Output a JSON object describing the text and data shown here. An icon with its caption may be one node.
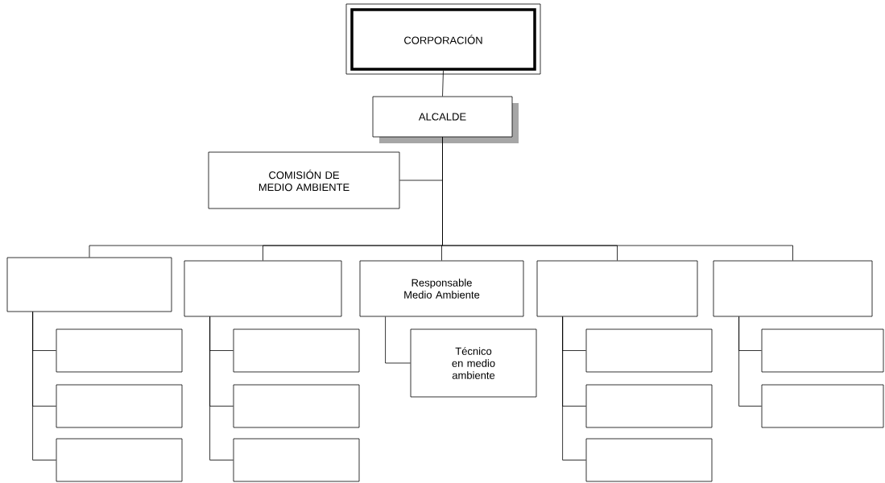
{
  "diagram": {
    "nodes": [
      {
        "text": [
          "CORPORACIÓN"
        ]
      },
      {
        "text": [
          "ALCALDE"
        ]
      },
      {
        "text": [
          "COMISIÓN DE MEDIO AMBIENTE"
        ]
      },
      {
        "text": [],
        "shape": "box"
      },
      {
        "text": [],
        "shape": "box"
      },
      {
        "text": [
          "Responsable Medio Ambiente"
        ]
      },
      {
        "text": [],
        "shape": "box"
      },
      {
        "text": [],
        "shape": "box"
      },
      {
        "text": [],
        "shape": "box"
      },
      {
        "text": [],
        "shape": "box"
      },
      {
        "text": [],
        "shape": "box"
      },
      {
        "text": [],
        "shape": "box"
      },
      {
        "text": [],
        "shape": "box"
      },
      {
        "text": [],
        "shape": "box"
      },
      {
        "text": [
          "Técnico en medio ambiente"
        ]
      },
      {
        "text": [],
        "shape": "box"
      },
      {
        "text": [],
        "shape": "box"
      },
      {
        "text": [],
        "shape": "box"
      },
      {
        "text": [],
        "shape": "box"
      },
      {
        "text": [],
        "shape": "box"
      }
    ],
    "edges": [
      {
        "from": 0,
        "to": 1,
        "arrow": "none"
      },
      {
        "from": 1,
        "to": 2,
        "arrow": "none"
      },
      {
        "from": 1,
        "to": 3,
        "arrow": "none"
      },
      {
        "from": 1,
        "to": 4,
        "arrow": "none"
      },
      {
        "from": 1,
        "to": 5,
        "arrow": "none"
      },
      {
        "from": 1,
        "to": 6,
        "arrow": "none"
      },
      {
        "from": 1,
        "to": 7,
        "arrow": "none"
      },
      {
        "from": 3,
        "to": 8,
        "arrow": "none"
      },
      {
        "from": 3,
        "to": 9,
        "arrow": "none"
      },
      {
        "from": 3,
        "to": 10,
        "arrow": "none"
      },
      {
        "from": 4,
        "to": 11,
        "arrow": "none"
      },
      {
        "from": 4,
        "to": 12,
        "arrow": "none"
      },
      {
        "from": 4,
        "to": 13,
        "arrow": "none"
      },
      {
        "from": 5,
        "to": 14,
        "arrow": "none"
      },
      {
        "from": 6,
        "to": 15,
        "arrow": "none"
      },
      {
        "from": 6,
        "to": 16,
        "arrow": "none"
      },
      {
        "from": 6,
        "to": 17,
        "arrow": "none"
      },
      {
        "from": 7,
        "to": 18,
        "arrow": "none"
      },
      {
        "from": 7,
        "to": 19,
        "arrow": "none"
      }
    ]
  }
}
